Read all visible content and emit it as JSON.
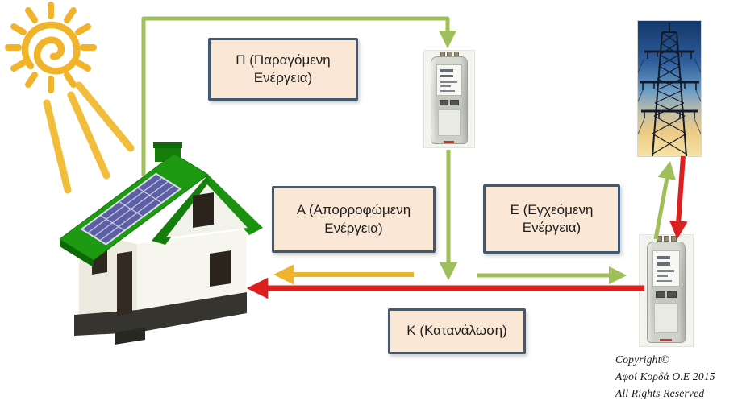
{
  "boxes": {
    "produced": {
      "line1": "Π (Παραγόμενη",
      "line2": "Ενέργεια)"
    },
    "absorbed": {
      "line1": "Α (Απορροφώμενη",
      "line2": "Ενέργεια)"
    },
    "injected": {
      "line1": "Ε (Εγχεόμενη",
      "line2": "Ενέργεια)"
    },
    "consumption": {
      "line1": "Κ (Κατανάλωση)"
    }
  },
  "copyright": {
    "line1": "Copyright©",
    "line2": "Αφοί Κορδά Ο.Ε 2015",
    "line3": "All Rights Reserved"
  },
  "colors": {
    "produced_flow_green": "#9fbf5a",
    "absorbed_flow_yellow": "#f0b42c",
    "grid_flow_red": "#dc1f1f",
    "box_fill": "#fbe7d6",
    "box_border": "#3e5a74",
    "roof_green": "#1d9a12",
    "solar_panel_blue": "#5c5ea6",
    "sun_yellow": "#f0b32a"
  },
  "figures": {
    "sun": "sun",
    "house": "house-with-solar-panel",
    "meter_top": "electricity-meter",
    "meter_right": "electricity-meter",
    "pylon": "power-transmission-tower"
  }
}
